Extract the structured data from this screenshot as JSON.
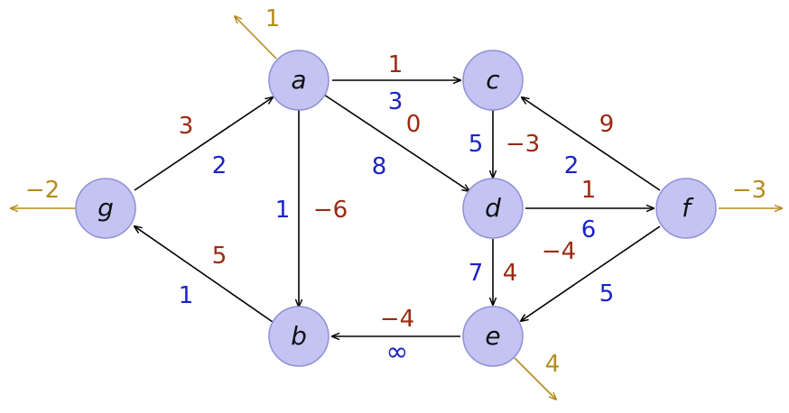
{
  "colors": {
    "node_fill": "#c4c4f2",
    "node_stroke": "#8f8fd9",
    "edge": "#000000",
    "external": "#b58a1e",
    "label_blue": "#1a22c8",
    "label_red": "#9a2a10"
  },
  "nodes": [
    {
      "id": "a",
      "label": "a"
    },
    {
      "id": "c",
      "label": "c"
    },
    {
      "id": "g",
      "label": "g"
    },
    {
      "id": "d",
      "label": "d"
    },
    {
      "id": "f",
      "label": "f"
    },
    {
      "id": "b",
      "label": "b"
    },
    {
      "id": "e",
      "label": "e"
    }
  ],
  "edges": [
    {
      "from": "a",
      "to": "c",
      "capacity": "3",
      "cost": "1"
    },
    {
      "from": "a",
      "to": "d",
      "capacity": "8",
      "cost": "0"
    },
    {
      "from": "a",
      "to": "b",
      "capacity": "1",
      "cost": "−6"
    },
    {
      "from": "g",
      "to": "a",
      "capacity": "2",
      "cost": "3"
    },
    {
      "from": "b",
      "to": "g",
      "capacity": "1",
      "cost": "5"
    },
    {
      "from": "c",
      "to": "d",
      "capacity": "5",
      "cost": "−3"
    },
    {
      "from": "d",
      "to": "f",
      "capacity": "6",
      "cost": "1"
    },
    {
      "from": "d",
      "to": "e",
      "capacity": "7",
      "cost": "4"
    },
    {
      "from": "f",
      "to": "c",
      "capacity": "2",
      "cost": "9"
    },
    {
      "from": "f",
      "to": "e",
      "capacity": "5",
      "cost": "−4"
    },
    {
      "from": "e",
      "to": "b",
      "capacity": "∞",
      "cost": "−4"
    }
  ],
  "supplies": [
    {
      "node": "a",
      "value": "1"
    },
    {
      "node": "g",
      "value": "−2"
    },
    {
      "node": "f",
      "value": "−3"
    },
    {
      "node": "e",
      "value": "4"
    }
  ]
}
